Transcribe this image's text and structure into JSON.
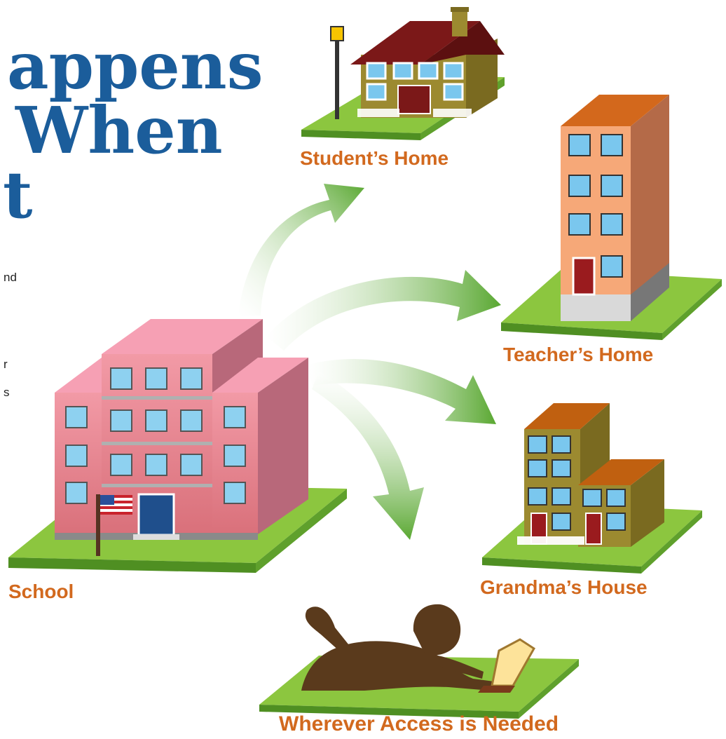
{
  "title": {
    "line1": "appens",
    "line2": "When",
    "line3": "t"
  },
  "body_fragments": [
    "nd",
    "r",
    "s"
  ],
  "locations": {
    "student_home": "Student’s Home",
    "teacher_home": "Teacher’s Home",
    "grandma_house": "Grandma’s House",
    "school": "School",
    "anywhere": "Wherever Access is Needed"
  },
  "colors": {
    "title": "#1b5d9b",
    "label": "#d2691e",
    "grass": "#8cc63f",
    "arrow": "#5aa832"
  }
}
